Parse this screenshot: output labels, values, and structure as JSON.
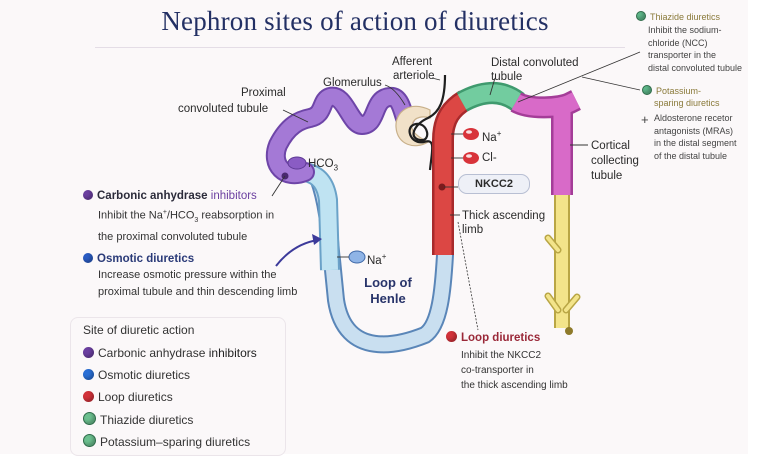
{
  "title": "Nephron sites of action of diuretics",
  "structures": {
    "proximal": "Proximal\nconvoluted tubule",
    "proximal_line1": "Proximal",
    "proximal_line2": "convoluted tubule",
    "glomerulus": "Glomerulus",
    "afferent_line1": "Afferent",
    "afferent_line2": "arteriole",
    "distal_line1": "Distal convoluted",
    "distal_line2": "tubule",
    "cortical_line1": "Cortical",
    "cortical_line2": "collecting",
    "cortical_line3": "tubule",
    "thick_line1": "Thick ascending",
    "thick_line2": "limb",
    "loop_line1": "Loop of",
    "loop_line2": "Henle"
  },
  "ions": {
    "hco3": "HCO",
    "hco3_sub": "3",
    "na_descending": "Na",
    "na_sup": "+",
    "na_thick": "Na",
    "cl": "Cl-",
    "nkcc2": "NKCC2"
  },
  "annotations": {
    "carbonic": {
      "head_bold": "Carbonic anhydrase",
      "head_rest": " inhibitors",
      "desc_line1_a": "Inhibit the Na",
      "desc_line1_sup": "+",
      "desc_line1_b": "/HCO",
      "desc_line1_sub": "3",
      "desc_line1_c": " reabsorption in",
      "desc_line2": "the proximal convoluted tubule",
      "color": "#6b3fa0"
    },
    "osmotic": {
      "head": "Osmotic diuretics",
      "desc_line1": "Increase osmotic pressure within the",
      "desc_line2": "proximal tubule and thin descending limb",
      "color": "#2a5cc4"
    },
    "loop": {
      "head": "Loop diuretics",
      "desc_line1": "Inhibit the NKCC2",
      "desc_line2": "co-transporter in",
      "desc_line3": "the thick ascending limb",
      "color": "#c62a35"
    },
    "thiazide": {
      "head": "Thiazide diuretics",
      "desc_line1": "Inhibit the sodium-",
      "desc_line2": "chloride (NCC)",
      "desc_line3": "transporter in the",
      "desc_line4": "distal convoluted tubule",
      "color": "#5fb88a"
    },
    "potassium": {
      "head_line1": "Potassium-",
      "head_line2": "sparing diuretics",
      "plus": "+",
      "desc_line1": "Aldosterone recetor",
      "desc_line2": "antagonists (MRAs)",
      "desc_line3": "in the distal segment",
      "desc_line4": "of the distal tubule",
      "color": "#5fb88a"
    }
  },
  "legend": {
    "title": "Site of diuretic action",
    "items": [
      {
        "label_a": "Carbonic anhydrase ",
        "label_b": "inhibitors",
        "color": "#6b3fa0"
      },
      {
        "label_a": "Osmotic diuretics",
        "label_b": "",
        "color": "#2a6fd6"
      },
      {
        "label_a": "Loop diuretics",
        "label_b": "",
        "color": "#d2323a"
      },
      {
        "label_a": "Thiazide diuretics",
        "label_b": "",
        "color": "#6cc08f"
      },
      {
        "label_a": "Potassium–sparing diuretics",
        "label_b": "",
        "color": "#6cc08f"
      }
    ]
  },
  "colors": {
    "title": "#233064",
    "pct": "#9a6ad0",
    "descending": "#bfe0f0",
    "thin_loop": "#c9dff0",
    "thick_ascending": "#d9423f",
    "dct": "#6cc69a",
    "collecting_cortical": "#d667c4",
    "collecting_medullary": "#f3e48a",
    "glomerulus": "#f1e1c8",
    "thiazide_head": "#8a7a3a",
    "loop_head": "#9a2838"
  }
}
